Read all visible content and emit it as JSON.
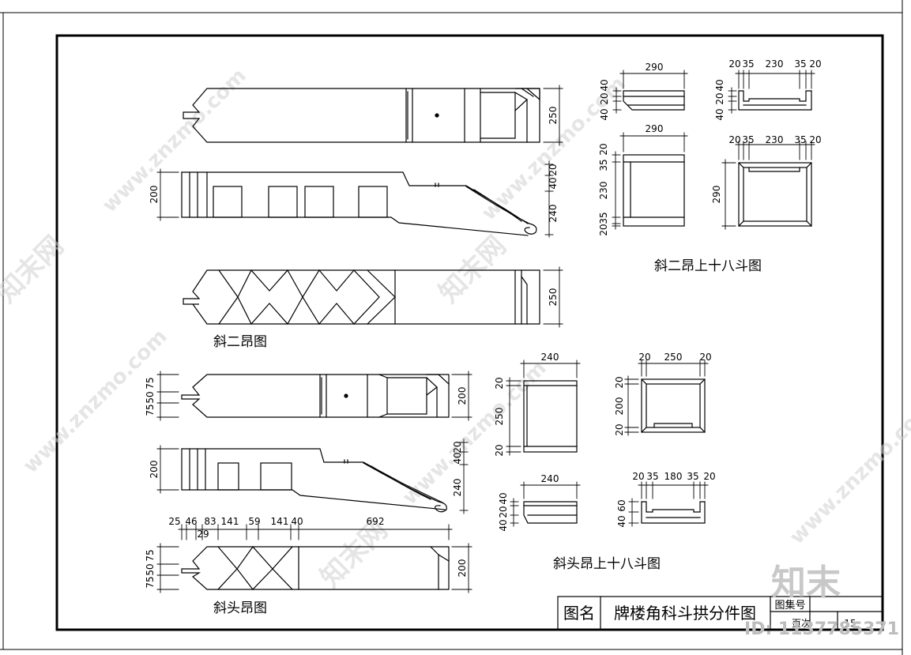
{
  "title_block": {
    "label": "图名",
    "name": "牌楼角科斗拱分件图",
    "atlas_label": "图集号",
    "page_label": "页次",
    "page_number": "15"
  },
  "views": {
    "xie_er_ang": "斜二昂图",
    "xie_er_ang_dou": "斜二昂上十八斗图",
    "xie_tou_ang": "斜头昂图",
    "xie_tou_ang_dou": "斜头昂上十八斗图"
  },
  "dims": {
    "top_plan_h": "250",
    "er_side_h": "200",
    "er_side_top": "20",
    "er_side_mid": "40",
    "er_side_bot": "240",
    "er_bottom_h": "250",
    "tou_top_75a": "75",
    "tou_top_50": "50",
    "tou_top_75b": "75",
    "tou_top_h": "200",
    "tou_side_h": "200",
    "tou_side_top": "20",
    "tou_side_mid": "40",
    "tou_side_bot": "240",
    "tou_bot_75a": "75",
    "tou_bot_50": "50",
    "tou_bot_75b": "75",
    "tou_bot_h": "200",
    "chain_25": "25",
    "chain_46": "46",
    "chain_29": "29",
    "chain_83": "83",
    "chain_141a": "141",
    "chain_59": "59",
    "chain_141b": "141",
    "chain_40": "40",
    "chain_692": "692",
    "d1_w": "290",
    "d1_40": "40",
    "d1_20": "20",
    "d1_40b": "40",
    "d2_20": "20",
    "d2_35": "35",
    "d2_230": "230",
    "d2_35b": "35",
    "d2_20b": "20",
    "d2_40": "40",
    "d2_20m": "20",
    "d2_40b": "40",
    "d3_w": "290",
    "d3_20": "20",
    "d3_35": "35",
    "d3_230": "230",
    "d3_20b": "20",
    "d3_35b": "35",
    "d4_20": "20",
    "d4_35": "35",
    "d4_230": "230",
    "d4_35b": "35",
    "d4_20b": "20",
    "d4_h": "290",
    "t1_w": "240",
    "t1_20": "20",
    "t1_250": "250",
    "t1_20b": "20",
    "t2_20": "20",
    "t2_250": "250",
    "t2_20b": "20",
    "t2_20v": "20",
    "t2_200": "200",
    "t2_20vb": "20",
    "t3_w": "240",
    "t3_40": "40",
    "t3_20": "20",
    "t3_40b": "40",
    "t4_20": "20",
    "t4_35": "35",
    "t4_180": "180",
    "t4_35b": "35",
    "t4_20b": "20",
    "t4_40": "40",
    "t4_60": "60"
  },
  "watermarks": {
    "site": "www.znzmo.com",
    "brand": "知末网",
    "logo": "知末",
    "id": "ID: 1137785371"
  }
}
